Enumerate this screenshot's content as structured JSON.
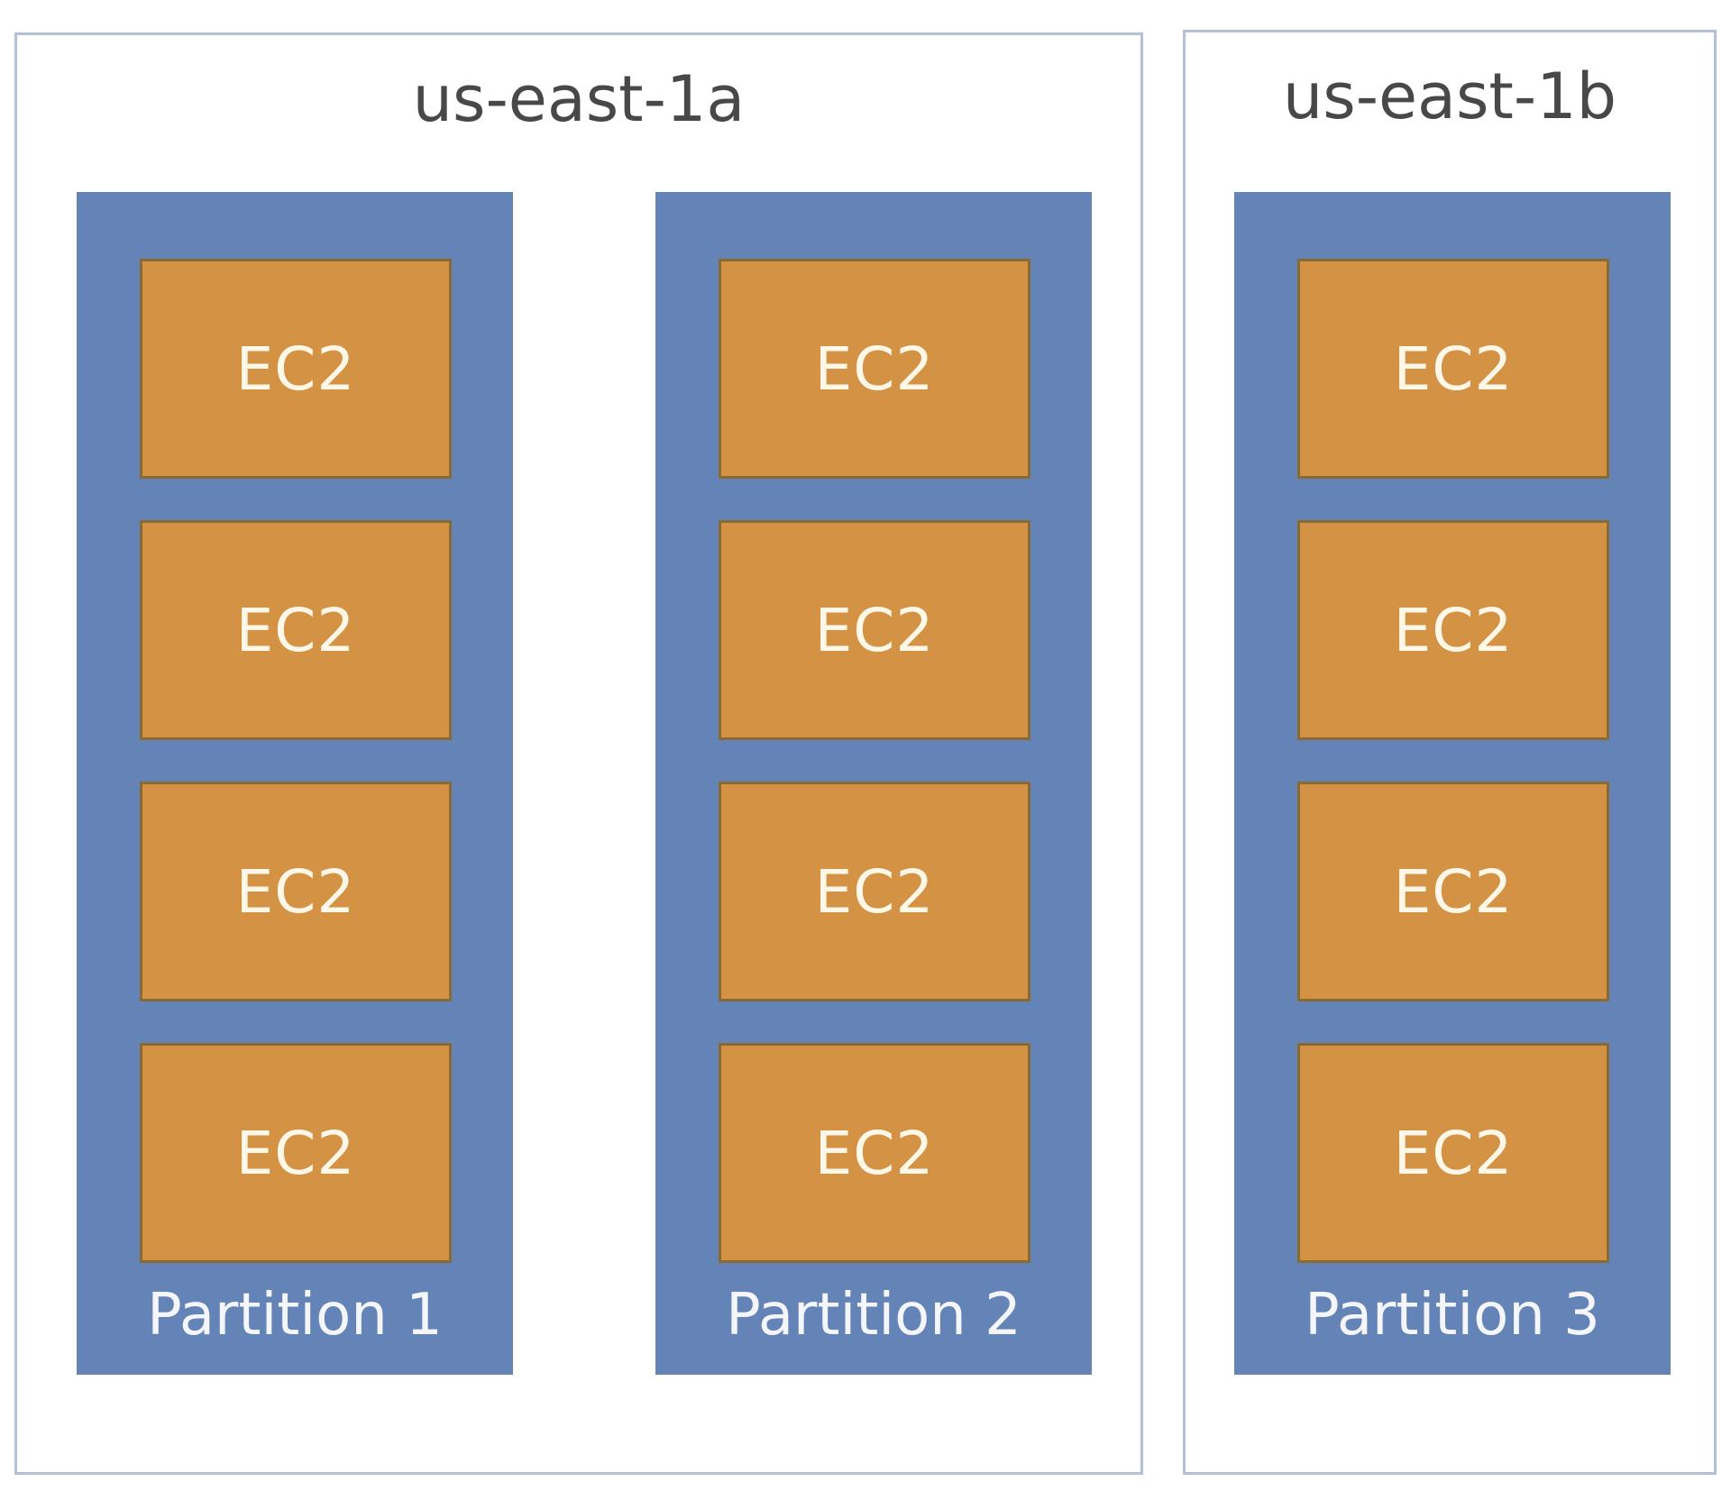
{
  "zones": [
    {
      "label": "us-east-1a",
      "partitions": [
        {
          "label": "Partition 1",
          "instances": [
            "EC2",
            "EC2",
            "EC2",
            "EC2"
          ]
        },
        {
          "label": "Partition 2",
          "instances": [
            "EC2",
            "EC2",
            "EC2",
            "EC2"
          ]
        }
      ]
    },
    {
      "label": "us-east-1b",
      "partitions": [
        {
          "label": "Partition 3",
          "instances": [
            "EC2",
            "EC2",
            "EC2",
            "EC2"
          ]
        }
      ]
    }
  ],
  "colors": {
    "zone_border": "#b3c0d6",
    "partition_fill": "#6484b8",
    "instance_fill": "#d49245",
    "instance_border": "#8a6a33",
    "instance_text": "#fff8e8",
    "zone_title_text": "#484848"
  }
}
